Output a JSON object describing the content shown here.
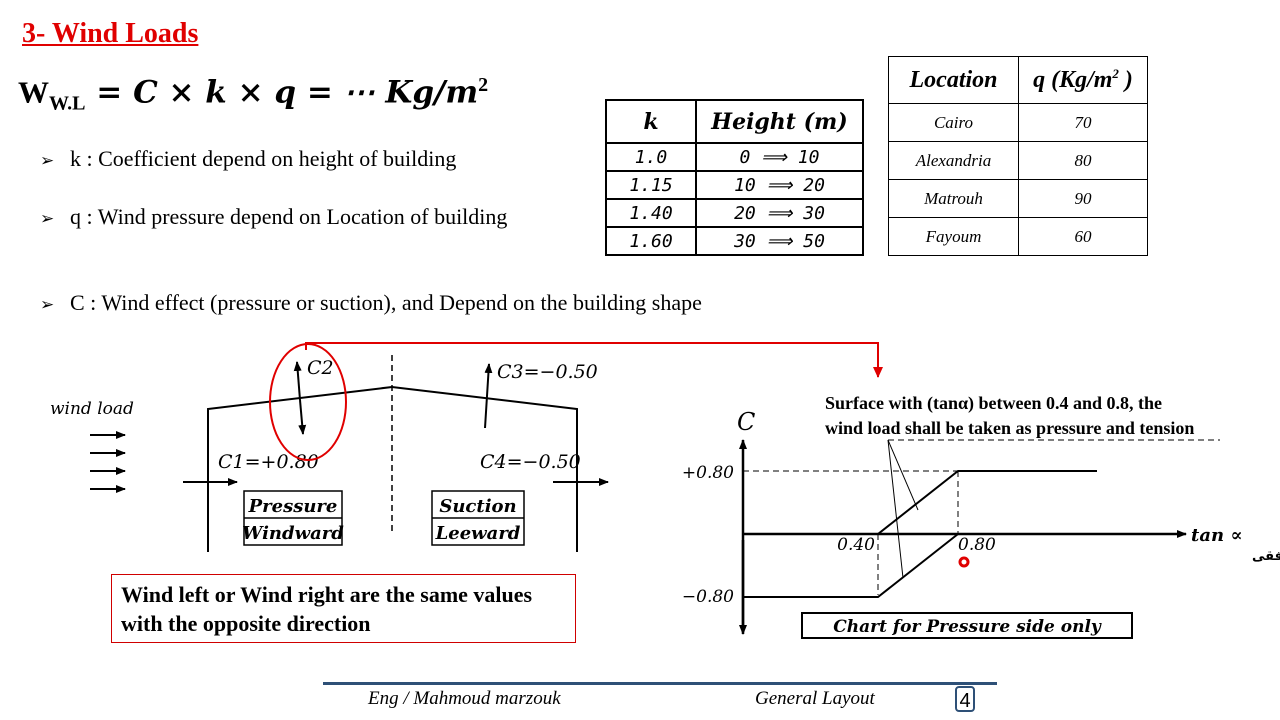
{
  "title": "3- Wind Loads",
  "formula": {
    "lhs": "W",
    "sub": "W.L",
    "rhs": " = C × k × q = ⋯ Kg/m",
    "sup": "2"
  },
  "bullets": [
    {
      "icon": "arrow-bullet-icon",
      "text": "k : Coefficient depend on height of building"
    },
    {
      "icon": "arrow-bullet-icon",
      "text": "q : Wind pressure depend on Location of building"
    },
    {
      "icon": "arrow-bullet-icon",
      "text": "C : Wind effect (pressure or suction), and Depend on the building shape"
    }
  ],
  "k_table": {
    "headers": [
      "k",
      "Height (m)"
    ],
    "rows": [
      [
        "1.0",
        "0 ⟹ 10"
      ],
      [
        "1.15",
        "10 ⟹ 20"
      ],
      [
        "1.40",
        "20 ⟹ 30"
      ],
      [
        "1.60",
        "30 ⟹ 50"
      ]
    ]
  },
  "q_table": {
    "headers": [
      "Location",
      "q (Kg/m",
      "2",
      " )"
    ],
    "rows": [
      [
        "Cairo",
        "70"
      ],
      [
        "Alexandria",
        "80"
      ],
      [
        "Matrouh",
        "90"
      ],
      [
        "Fayoum",
        "60"
      ]
    ]
  },
  "building_diagram": {
    "wind_label": "wind load",
    "c1": "C1=+0.80",
    "c2": "C2",
    "c3": "C3=−0.50",
    "c4": "C4=−0.50",
    "left_box": [
      "Pressure",
      "Windward"
    ],
    "right_box": [
      "Suction",
      "Leeward"
    ]
  },
  "note": [
    "Wind left or Wind right are the same values",
    "with the opposite direction"
  ],
  "chart": {
    "y_axis_label": "C",
    "x_axis_label": "tan ∝",
    "x_axis_label_ar": "ظل زاوية الميل مع الافقى",
    "y_ticks": [
      "+0.80",
      "−0.80"
    ],
    "x_ticks": [
      "0.40",
      "0.80"
    ],
    "annotation": [
      "Surface with (tanα) between 0.4 and 0.8, the",
      "wind load shall be taken as pressure and tension"
    ],
    "caption": "Chart for Pressure side only",
    "upper_curve": [
      [
        0,
        0
      ],
      [
        0.4,
        0
      ],
      [
        0.8,
        0.8
      ],
      [
        1.2,
        0.8
      ]
    ],
    "lower_curve": [
      [
        0,
        -0.8
      ],
      [
        0.4,
        -0.8
      ],
      [
        0.8,
        0
      ]
    ],
    "colors": {
      "highlight": "#e00000"
    }
  },
  "footer": {
    "author": "Eng / Mahmoud marzouk",
    "section": "General Layout",
    "page": "4"
  }
}
